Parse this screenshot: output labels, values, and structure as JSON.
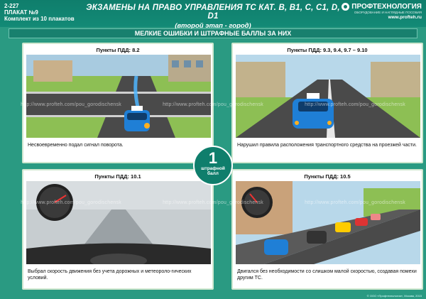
{
  "header": {
    "code": "2-227",
    "poster": "ПЛАКАТ №9",
    "set": "Комплект из 10 плакатов",
    "title": "ЭКЗАМЕНЫ НА ПРАВО УПРАВЛЕНИЯ ТС КАТ. B, B1, C, C1, D, D1",
    "subtitle": "(второй этап - город)",
    "brand": "ПРОФТЕХНОЛОГИЯ",
    "tagline": "ОБОРУДОВАНИЕ И НАГЛЯДНЫЕ ПОСОБИЯ",
    "site": "www.profteh.ru"
  },
  "section": {
    "title": "МЕЛКИЕ ОШИБКИ И ШТРАФНЫЕ БАЛЛЫ ЗА НИХ"
  },
  "panels": [
    {
      "title": "Пункты ПДД: 8.2",
      "caption": "Несвоевременно подал сигнал поворота."
    },
    {
      "title": "Пункты ПДД: 9.3, 9.4, 9.7 – 9.10",
      "caption": "Нарушил правила расположения транспортного средства на проезжей части."
    },
    {
      "title": "Пункты ПДД: 10.1",
      "caption": "Выбрал скорость движения без учета дорожных и метеороло-гических условий."
    },
    {
      "title": "Пункты ПДД: 10.5",
      "caption": "Двигался без необходимости со слишком малой скоростью, создавая помехи другим ТС."
    }
  ],
  "badge": {
    "number": "1",
    "label1": "штрафной",
    "label2": "балл"
  },
  "watermark": "http://www.profteh.com/pou_gorodischensk",
  "copyright": "© ООО «Профтехнология», Москва, 2015",
  "colors": {
    "header": "#0f7e6c",
    "background": "#2a9a82",
    "car": "#1f7fd6"
  }
}
